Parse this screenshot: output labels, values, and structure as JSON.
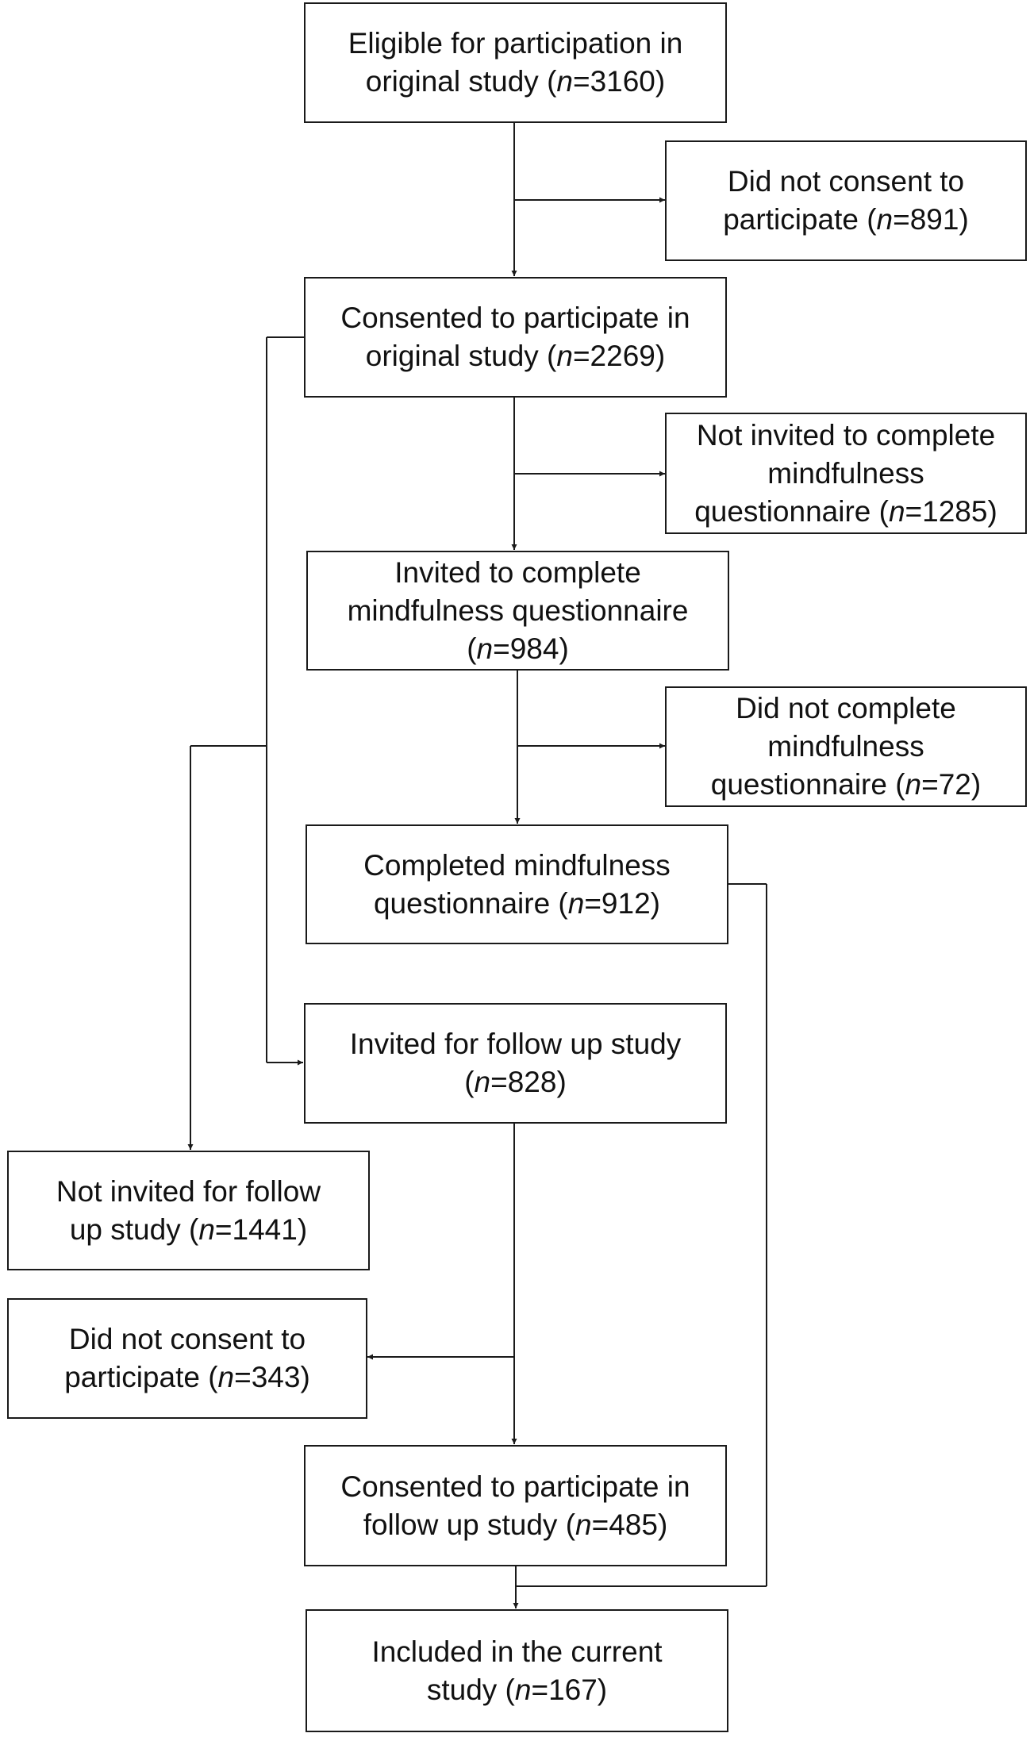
{
  "boxes": {
    "eligible": {
      "l1": "Eligible for participation in",
      "l2a": "original study (",
      "n": "n",
      "l2b": "=3160)"
    },
    "no_consent_1": {
      "l1": "Did not consent to",
      "l2a": "participate (",
      "n": "n",
      "l2b": "=891)"
    },
    "consented_original": {
      "l1": "Consented to participate in",
      "l2a": "original study (",
      "n": "n",
      "l2b": "=2269)"
    },
    "not_invited_mq": {
      "l1": "Not invited to complete",
      "l2": "mindfulness",
      "l3a": "questionnaire (",
      "n": "n",
      "l3b": "=1285)"
    },
    "invited_mq": {
      "l1": "Invited to complete",
      "l2": "mindfulness questionnaire",
      "l3a": "(",
      "n": "n",
      "l3b": "=984)"
    },
    "not_completed_mq": {
      "l1": "Did not complete",
      "l2": "mindfulness",
      "l3a": "questionnaire (",
      "n": "n",
      "l3b": "=72)"
    },
    "completed_mq": {
      "l1": "Completed mindfulness",
      "l2a": "questionnaire (",
      "n": "n",
      "l2b": "=912)"
    },
    "invited_followup": {
      "l1": "Invited for follow up study",
      "l2a": "(",
      "n": "n",
      "l2b": "=828)"
    },
    "not_invited_followup": {
      "l1": "Not invited for follow",
      "l2a": "up study (",
      "n": "n",
      "l2b": "=1441)"
    },
    "no_consent_2": {
      "l1": "Did not consent to",
      "l2a": "participate (",
      "n": "n",
      "l2b": "=343)"
    },
    "consented_followup": {
      "l1": "Consented to participate in",
      "l2a": "follow up study (",
      "n": "n",
      "l2b": "=485)"
    },
    "included": {
      "l1": "Included in the current",
      "l2a": "study (",
      "n": "n",
      "l2b": "=167)"
    }
  }
}
